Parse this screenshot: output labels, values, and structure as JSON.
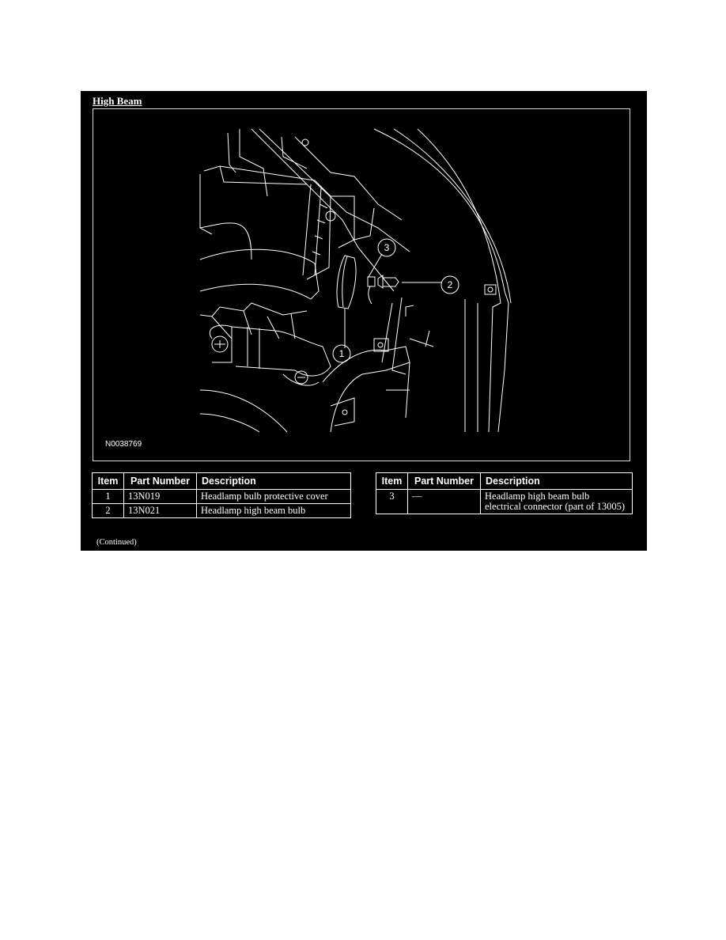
{
  "figure": {
    "title": "High Beam",
    "figure_id": "N0038769",
    "callouts": [
      {
        "number": "1",
        "label": "Headlamp bulb protective cover"
      },
      {
        "number": "2",
        "label": "Headlamp high beam bulb"
      },
      {
        "number": "3",
        "label": "Headlamp high beam bulb electrical connector"
      }
    ]
  },
  "parts_table": {
    "headers": {
      "item": "Item",
      "part_number": "Part Number",
      "description": "Description"
    },
    "left_rows": [
      {
        "item": "1",
        "part_number": "13N019",
        "description": "Headlamp bulb protective cover"
      },
      {
        "item": "2",
        "part_number": "13N021",
        "description": "Headlamp high beam bulb"
      }
    ],
    "right_rows": [
      {
        "item": "3",
        "part_number": "—",
        "description": "Headlamp high beam bulb electrical connector (part of 13005)"
      }
    ]
  },
  "footer": {
    "continued": "(Continued)"
  },
  "colors": {
    "background": "#000000",
    "line": "#ffffff",
    "page": "#ffffff"
  }
}
